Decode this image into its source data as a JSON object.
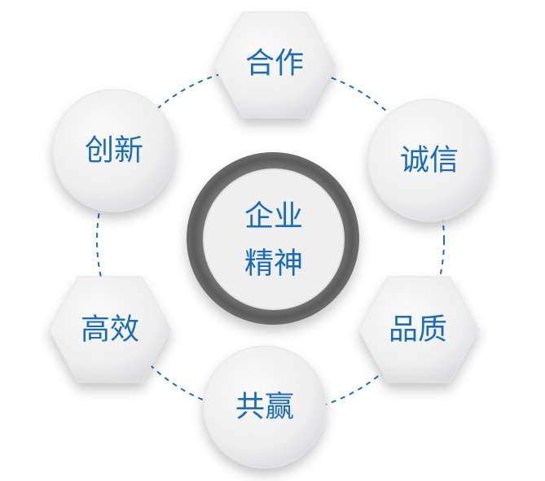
{
  "center": {
    "line1": "企业",
    "line2": "精神"
  },
  "nodes": [
    {
      "label": "合作",
      "shape": "hexagon"
    },
    {
      "label": "诚信",
      "shape": "circle"
    },
    {
      "label": "品质",
      "shape": "hexagon"
    },
    {
      "label": "共赢",
      "shape": "circle"
    },
    {
      "label": "高效",
      "shape": "hexagon"
    },
    {
      "label": "创新",
      "shape": "circle"
    }
  ],
  "colors": {
    "text": "#1a6cb8",
    "ring": "#5f5f5f",
    "dash": "#1f6fb5",
    "node": "#f0f0f1"
  }
}
